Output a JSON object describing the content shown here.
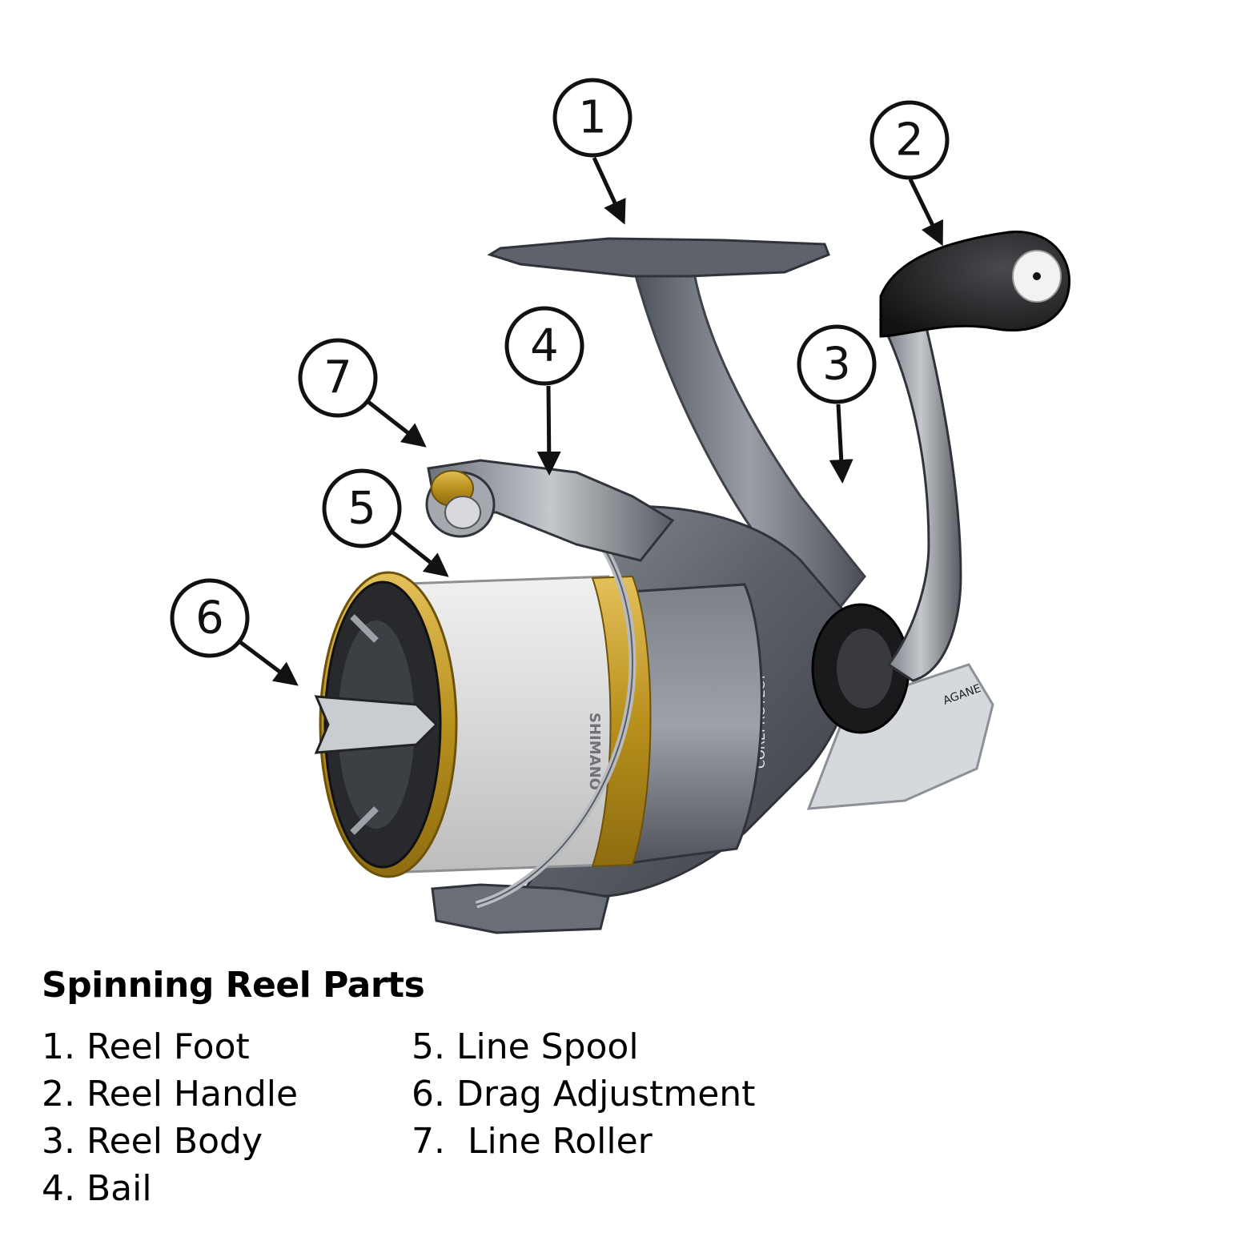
{
  "callouts": [
    {
      "number": "1",
      "label": "Reel Foot"
    },
    {
      "number": "2",
      "label": "Reel Handle"
    },
    {
      "number": "3",
      "label": "Reel Body"
    },
    {
      "number": "4",
      "label": "Bail"
    },
    {
      "number": "5",
      "label": "Line Spool"
    },
    {
      "number": "6",
      "label": "Drag Adjustment"
    },
    {
      "number": "7",
      "label": "Line Roller"
    }
  ],
  "reel": {
    "brand_text": "SHIMANO",
    "side_text": "COREPROTECT",
    "plate_text": "AGANE",
    "accent_color": "#c9a02a",
    "body_color": "#5f636b",
    "knob_color": "#1c1c1e"
  },
  "legend": {
    "title": "Spinning Reel Parts",
    "col1": [
      "1. Reel Foot",
      "2. Reel Handle",
      "3. Reel Body",
      "4. Bail"
    ],
    "col2": [
      "5. Line Spool",
      "6. Drag Adjustment",
      "7.  Line Roller"
    ]
  }
}
